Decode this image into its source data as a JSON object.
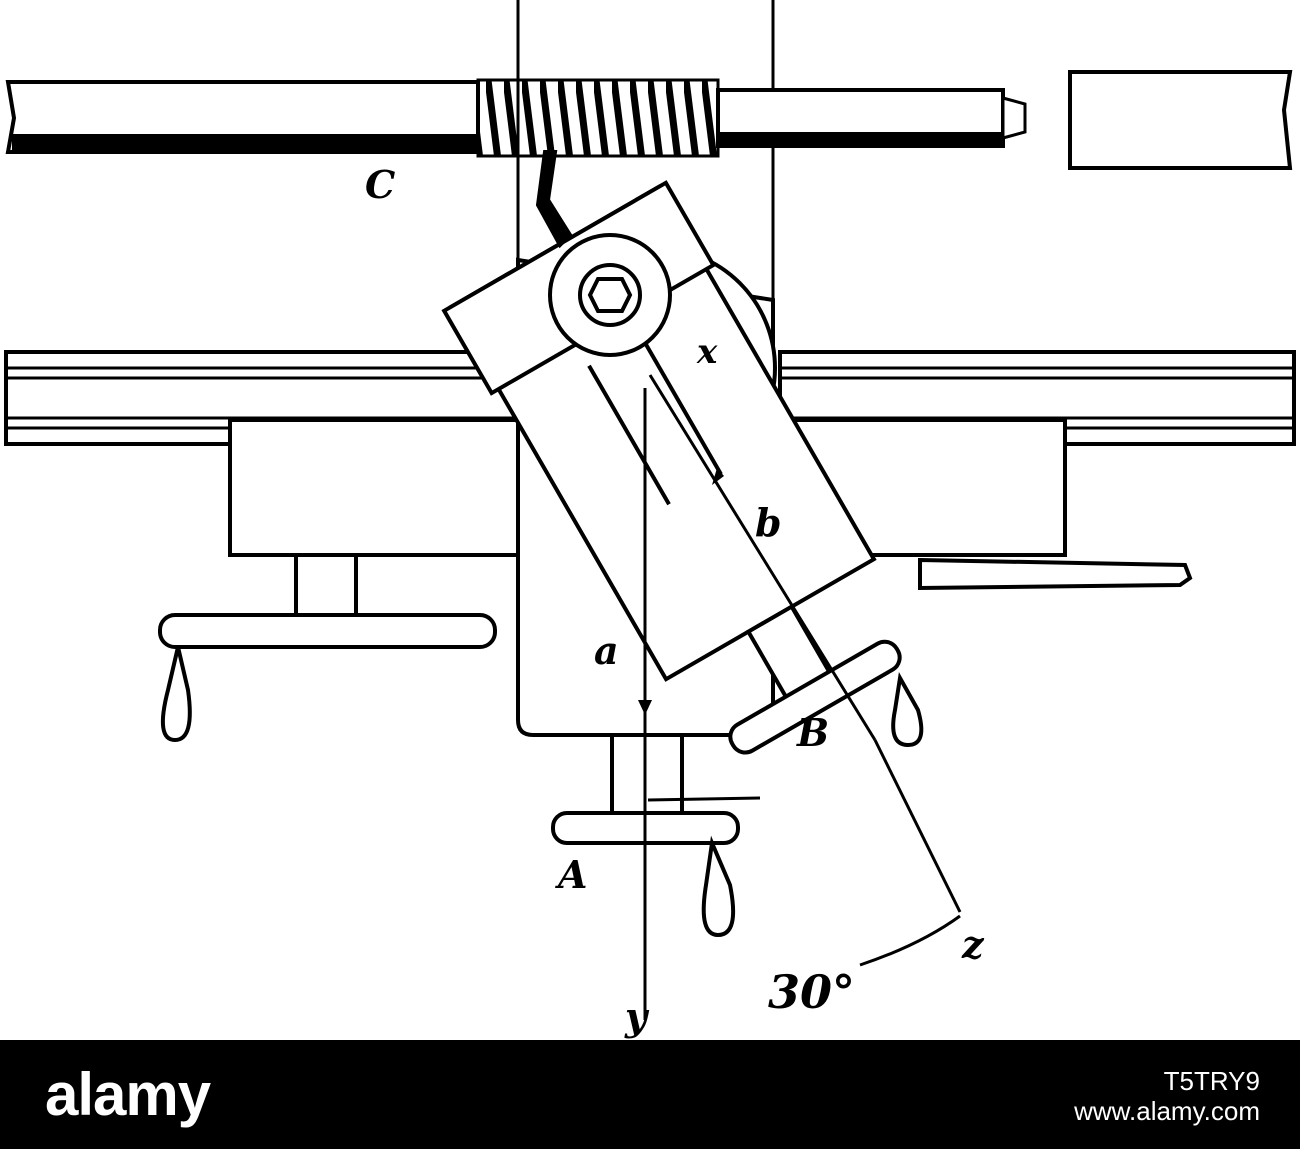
{
  "diagram": {
    "labels": {
      "C": "C",
      "x": "x",
      "b": "b",
      "a": "a",
      "B": "B",
      "A": "A",
      "z": "z",
      "y": "y",
      "angle": "30°"
    }
  },
  "footer": {
    "logo": "alamy",
    "image_id": "T5TRY9",
    "url": "www.alamy.com"
  }
}
